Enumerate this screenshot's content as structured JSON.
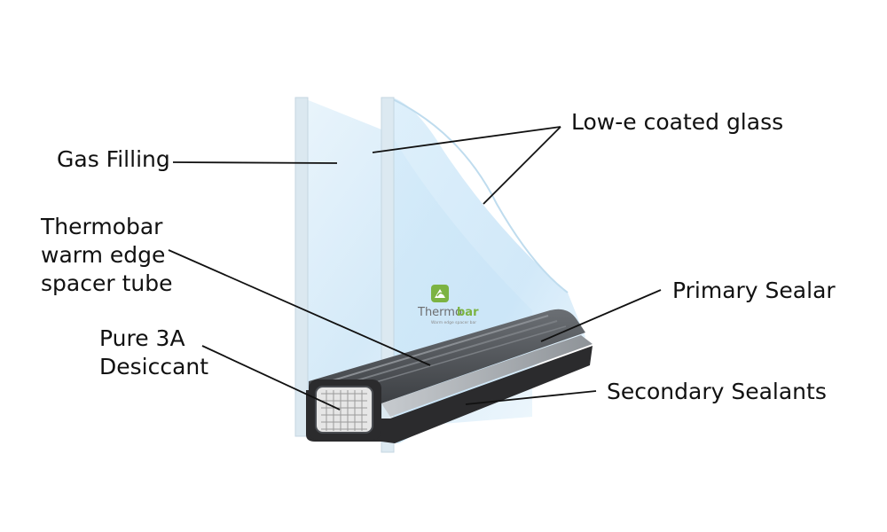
{
  "labels": {
    "low_e_glass": "Low-e coated glass",
    "gas_filling": "Gas Filling",
    "spacer_tube": [
      "Thermobar",
      "warm edge",
      "spacer tube"
    ],
    "primary_sealant": "Primary Sealar",
    "desiccant": [
      "Pure 3A",
      "Desiccant"
    ],
    "secondary_sealants": "Secondary Sealants"
  },
  "logo": {
    "text_part1": "Thermo",
    "text_part2": "bar",
    "tagline": "Warm edge spacer bar",
    "icon": "house-leaf-icon"
  },
  "colors": {
    "glass_tint": "#cfe8f8",
    "glass_edge": "#d9e9f2",
    "spacer": "#4a4d52",
    "secondary_sealant": "#2b2b2d",
    "primary_sealant": "#9ea3a8",
    "logo_green": "#7cb342",
    "logo_gray": "#6d6e70"
  }
}
